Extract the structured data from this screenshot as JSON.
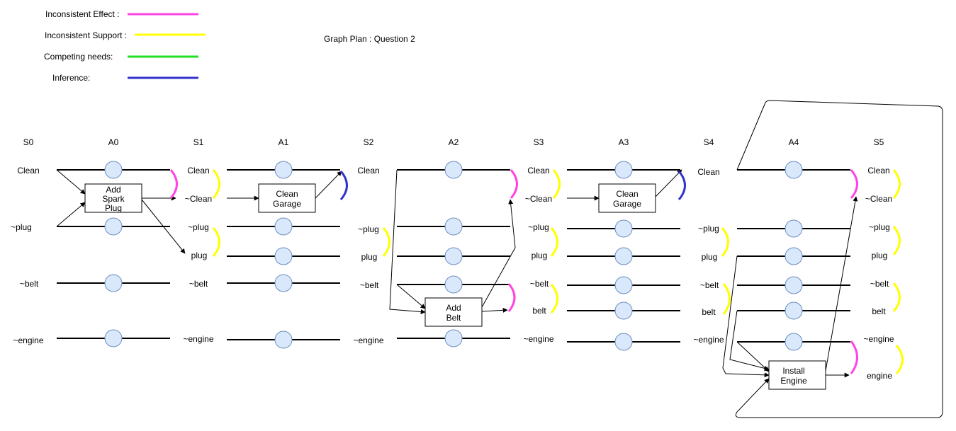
{
  "title": "Graph Plan : Question 2",
  "legend": [
    {
      "label": "Inconsistent Effect :",
      "color": "#ff44e3"
    },
    {
      "label": "Inconsistent Support :",
      "color": "#ffff00"
    },
    {
      "label": "Competing needs:",
      "color": "#22e022"
    },
    {
      "label": "Inference:",
      "color": "#3333cc"
    }
  ],
  "columns": [
    "S0",
    "A0",
    "S1",
    "A1",
    "S2",
    "A2",
    "S3",
    "A3",
    "S4",
    "A4",
    "S5"
  ],
  "s0": [
    "Clean",
    "~plug",
    "~belt",
    "~engine"
  ],
  "s1": [
    "Clean",
    "~Clean",
    "~plug",
    "plug",
    "~belt",
    "~engine"
  ],
  "s2": [
    "Clean",
    "~plug",
    "plug",
    "~belt",
    "~engine"
  ],
  "s3": [
    "Clean",
    "~Clean",
    "~plug",
    "plug",
    "~belt",
    "belt",
    "~engine"
  ],
  "s4": [
    "Clean",
    "~plug",
    "plug",
    "~belt",
    "belt",
    "~engine"
  ],
  "s5": [
    "Clean",
    "~Clean",
    "~plug",
    "plug",
    "~belt",
    "belt",
    "~engine",
    "engine"
  ],
  "actions": {
    "a0": [
      "Add",
      "Spark",
      "Plug"
    ],
    "a1": [
      "Clean",
      "Garage"
    ],
    "a2": [
      "Add",
      "Belt"
    ],
    "a3": [
      "Clean",
      "Garage"
    ],
    "a4": [
      "Install",
      "Engine"
    ]
  },
  "colors": {
    "node_fill": "#dae8fc",
    "node_stroke": "#6c8ebf"
  }
}
